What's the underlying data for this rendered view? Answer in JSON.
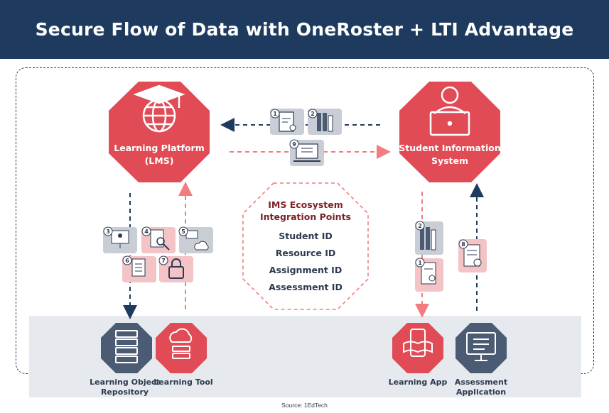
{
  "title": "Secure Flow of Data with OneRoster + LTI Advantage",
  "nodes": {
    "lms": "Learning Platform\n(LMS)",
    "sis": "Student Information\nSystem",
    "lor": "Learning Object\nRepository",
    "tool": "Learning Tool",
    "app": "Learning App",
    "assessment": "Assessment\nApplication"
  },
  "ecosystem": {
    "title": "IMS Ecosystem\nIntegration Points",
    "items": [
      "Student ID",
      "Resource ID",
      "Assignment ID",
      "Assessment ID"
    ]
  },
  "badges": [
    "1",
    "2",
    "9",
    "3",
    "4",
    "5",
    "6",
    "7",
    "2",
    "1",
    "8"
  ],
  "colors": {
    "navy": "#1f3a5f",
    "red": "#e04b55",
    "slate": "#4b5b73",
    "light_gray_tile": "#c9ced6",
    "light_pink_tile": "#f4c3c6",
    "band": "#e6e9ed"
  },
  "source": "Source: 1EdTech"
}
